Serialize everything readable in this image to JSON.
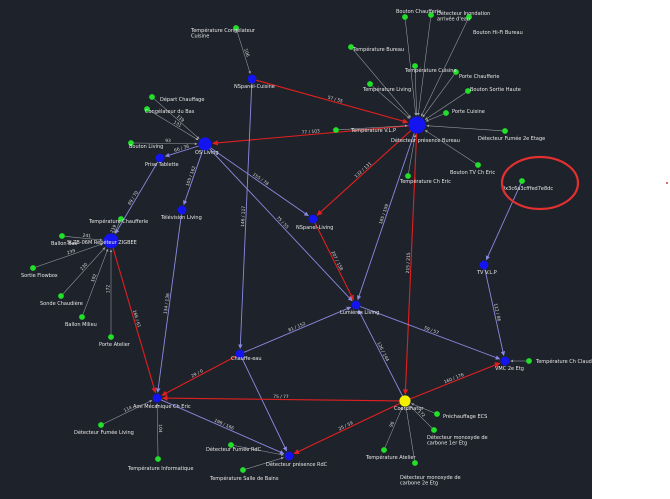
{
  "graph": {
    "colors": {
      "background": "#1e222a",
      "device": "#22e02a",
      "router": "#1414f0",
      "coordinator": "#f4f000",
      "link_parent": "#e02020",
      "link_neighbor": "#8a8ae0",
      "link_device": "#9aa0a8",
      "annotation": "#e03030"
    },
    "nodes": [
      {
        "id": "bouton-chaufferie",
        "label": "Bouton Chaufferie",
        "kind": "device"
      },
      {
        "id": "det-inondation",
        "label": "Détecteur Inondation arrivée d'eau",
        "kind": "device"
      },
      {
        "id": "bouton-hifi",
        "label": "Bouton Hi-Fi Bureau",
        "kind": "device"
      },
      {
        "id": "temp-congel-cuisine",
        "label": "Température Congélateur Cuisine",
        "kind": "device"
      },
      {
        "id": "temp-bureau",
        "label": "Température Bureau",
        "kind": "device"
      },
      {
        "id": "temp-cuisine",
        "label": "Température Cuisine",
        "kind": "device"
      },
      {
        "id": "porte-chaufferie",
        "label": "Porte Chaufferie",
        "kind": "device"
      },
      {
        "id": "temp-living",
        "label": "Température Living",
        "kind": "device"
      },
      {
        "id": "bouton-sortie-haute",
        "label": "Bouton Sortie Haute",
        "kind": "device"
      },
      {
        "id": "depart-chauffage",
        "label": "Départ Chauffage",
        "kind": "device"
      },
      {
        "id": "congel-bas",
        "label": "Congélateur du Bas",
        "kind": "device"
      },
      {
        "id": "porte-cuisine",
        "label": "Porte Cuisine",
        "kind": "device"
      },
      {
        "id": "temp-vlp",
        "label": "Température V.L.P",
        "kind": "device"
      },
      {
        "id": "det-fumee-2e",
        "label": "Détecteur Fumée 2e Etage",
        "kind": "device"
      },
      {
        "id": "bouton-living",
        "label": "Bouton Living",
        "kind": "device"
      },
      {
        "id": "det-presence-bureau",
        "label": "Détecteur présence Bureau",
        "kind": "router"
      },
      {
        "id": "bouton-tv-ch-eric",
        "label": "Bouton TV Ch Eric",
        "kind": "device"
      },
      {
        "id": "prise-tablette",
        "label": "Prise Tablette",
        "kind": "router"
      },
      {
        "id": "temp-ch-eric",
        "label": "Température Ch Eric",
        "kind": "device"
      },
      {
        "id": "unknown-hex",
        "label": "0x3c6a3cfffed7e8dc",
        "kind": "device"
      },
      {
        "id": "television-living",
        "label": "Télévision Living",
        "kind": "router"
      },
      {
        "id": "temp-chaufferie",
        "label": "Température Chaufferie",
        "kind": "device"
      },
      {
        "id": "nspanel-living",
        "label": "NSpanel-Living",
        "kind": "router"
      },
      {
        "id": "ballon-bas",
        "label": "Ballon Bas",
        "kind": "device"
      },
      {
        "id": "slzb-repeater",
        "label": "SLZB-06M Répéteur ZIGBEE",
        "kind": "router"
      },
      {
        "id": "sortie-flowbox",
        "label": "Sortie Flowbox",
        "kind": "device"
      },
      {
        "id": "tv-vlp",
        "label": "TV V.L.P",
        "kind": "router"
      },
      {
        "id": "sonde-chaudiere",
        "label": "Sonde Chaudière",
        "kind": "device"
      },
      {
        "id": "ballon-milieu",
        "label": "Ballon Milieu",
        "kind": "device"
      },
      {
        "id": "lumieres-living",
        "label": "Lumières Living",
        "kind": "router"
      },
      {
        "id": "porte-atelier",
        "label": "Porte Atelier",
        "kind": "device"
      },
      {
        "id": "chauffe-eau",
        "label": "Chauffe-eau",
        "kind": "router"
      },
      {
        "id": "vmc-2e",
        "label": "VMC 2e Etg",
        "kind": "router"
      },
      {
        "id": "temp-ch-claudie",
        "label": "Température Ch Claudie",
        "kind": "device"
      },
      {
        "id": "coordinator",
        "label": "Coordinator",
        "kind": "coordinator"
      },
      {
        "id": "prechauffage-ecs",
        "label": "Préchauffage ECS",
        "kind": "device"
      },
      {
        "id": "ami-ch-eric",
        "label": "Ami Mécanique Ch Eric",
        "kind": "router"
      },
      {
        "id": "det-fumee-living",
        "label": "Détecteur Fumée Living",
        "kind": "device"
      },
      {
        "id": "det-co-1er",
        "label": "Détecteur monoxyde de carbone 1er Etg",
        "kind": "device"
      },
      {
        "id": "det-fumee-rdc",
        "label": "Détecteur Fumée RdC",
        "kind": "device"
      },
      {
        "id": "temp-atelier",
        "label": "Température Atelier",
        "kind": "device"
      },
      {
        "id": "det-presence-rdc",
        "label": "Détecteur présence RdC",
        "kind": "router"
      },
      {
        "id": "temp-informatique",
        "label": "Température Informatique",
        "kind": "device"
      },
      {
        "id": "det-co-2e",
        "label": "Détecteur monoxyde de carbone 2e Etg",
        "kind": "device"
      },
      {
        "id": "temp-sdb",
        "label": "Température Salle de Bains",
        "kind": "device"
      },
      {
        "id": "nspanel-cuisine",
        "label": "NSpanel-Cuisine",
        "kind": "router"
      },
      {
        "id": "os-living",
        "label": "OS Living",
        "kind": "router"
      }
    ],
    "links": [
      {
        "from": "nspanel-cuisine",
        "to": "det-presence-bureau",
        "kind": "parent",
        "label": "57 / 55"
      },
      {
        "from": "det-presence-bureau",
        "to": "os-living",
        "kind": "parent",
        "label": "77 / 103"
      },
      {
        "from": "det-presence-bureau",
        "to": "nspanel-living",
        "kind": "parent",
        "label": "132 / 131"
      },
      {
        "from": "det-presence-bureau",
        "to": "lumieres-living",
        "kind": "neighbor",
        "label": "185 / 159"
      },
      {
        "from": "det-presence-bureau",
        "to": "coordinator",
        "kind": "parent",
        "label": "215 / 215"
      },
      {
        "from": "nspanel-living",
        "to": "lumieres-living",
        "kind": "parent",
        "label": "207 / 158"
      },
      {
        "from": "os-living",
        "to": "nspanel-living",
        "kind": "neighbor",
        "label": "155 / 78"
      },
      {
        "from": "os-living",
        "to": "lumieres-living",
        "kind": "neighbor",
        "label": "75 / 55"
      },
      {
        "from": "os-living",
        "to": "prise-tablette",
        "kind": "neighbor",
        "label": "66 / 36"
      },
      {
        "from": "os-living",
        "to": "television-living",
        "kind": "neighbor",
        "label": "105 / 162"
      },
      {
        "from": "prise-tablette",
        "to": "slzb-repeater",
        "kind": "neighbor",
        "label": "69 / 70"
      },
      {
        "from": "television-living",
        "to": "ami-ch-eric",
        "kind": "neighbor",
        "label": "134 / 136"
      },
      {
        "from": "nspanel-cuisine",
        "to": "chauffe-eau",
        "kind": "neighbor",
        "label": "146 / 117"
      },
      {
        "from": "chauffe-eau",
        "to": "lumieres-living",
        "kind": "neighbor",
        "label": "81 / 152"
      },
      {
        "from": "chauffe-eau",
        "to": "det-presence-rdc",
        "kind": "neighbor",
        "label": ""
      },
      {
        "from": "chauffe-eau",
        "to": "ami-ch-eric",
        "kind": "parent",
        "label": "29 / 0"
      },
      {
        "from": "slzb-repeater",
        "to": "ami-ch-eric",
        "kind": "parent",
        "label": "166 / 61"
      },
      {
        "from": "coordinator",
        "to": "ami-ch-eric",
        "kind": "parent",
        "label": "75 / 77"
      },
      {
        "from": "coordinator",
        "to": "det-presence-rdc",
        "kind": "parent",
        "label": "25 / 59"
      },
      {
        "from": "coordinator",
        "to": "lumieres-living",
        "kind": "neighbor",
        "label": "126 / 144"
      },
      {
        "from": "coordinator",
        "to": "vmc-2e",
        "kind": "parent",
        "label": "160 / 176"
      },
      {
        "from": "lumieres-living",
        "to": "vmc-2e",
        "kind": "neighbor",
        "label": "59 / 57"
      },
      {
        "from": "tv-vlp",
        "to": "vmc-2e",
        "kind": "neighbor",
        "label": "112 / 86"
      },
      {
        "from": "unknown-hex",
        "to": "tv-vlp",
        "kind": "neighbor",
        "label": ""
      },
      {
        "from": "ami-ch-eric",
        "to": "det-presence-rdc",
        "kind": "neighbor",
        "label": "198 / 166"
      },
      {
        "from": "temp-congel-cuisine",
        "to": "nspanel-cuisine",
        "kind": "device",
        "label": "106"
      },
      {
        "from": "bouton-chaufferie",
        "to": "det-presence-bureau",
        "kind": "device",
        "label": ""
      },
      {
        "from": "det-inondation",
        "to": "det-presence-bureau",
        "kind": "device",
        "label": ""
      },
      {
        "from": "bouton-hifi",
        "to": "det-presence-bureau",
        "kind": "device",
        "label": ""
      },
      {
        "from": "temp-bureau",
        "to": "det-presence-bureau",
        "kind": "device",
        "label": ""
      },
      {
        "from": "temp-cuisine",
        "to": "det-presence-bureau",
        "kind": "device",
        "label": ""
      },
      {
        "from": "porte-chaufferie",
        "to": "det-presence-bureau",
        "kind": "device",
        "label": ""
      },
      {
        "from": "temp-living",
        "to": "det-presence-bureau",
        "kind": "device",
        "label": ""
      },
      {
        "from": "bouton-sortie-haute",
        "to": "det-presence-bureau",
        "kind": "device",
        "label": ""
      },
      {
        "from": "porte-cuisine",
        "to": "det-presence-bureau",
        "kind": "device",
        "label": ""
      },
      {
        "from": "temp-vlp",
        "to": "det-presence-bureau",
        "kind": "device",
        "label": ""
      },
      {
        "from": "det-fumee-2e",
        "to": "det-presence-bureau",
        "kind": "device",
        "label": ""
      },
      {
        "from": "bouton-tv-ch-eric",
        "to": "det-presence-bureau",
        "kind": "device",
        "label": ""
      },
      {
        "from": "temp-ch-eric",
        "to": "det-presence-bureau",
        "kind": "device",
        "label": ""
      },
      {
        "from": "depart-chauffage",
        "to": "os-living",
        "kind": "device",
        "label": "119"
      },
      {
        "from": "congel-bas",
        "to": "os-living",
        "kind": "device",
        "label": "131"
      },
      {
        "from": "bouton-living",
        "to": "os-living",
        "kind": "device",
        "label": "93"
      },
      {
        "from": "temp-chaufferie",
        "to": "slzb-repeater",
        "kind": "device",
        "label": "219"
      },
      {
        "from": "ballon-bas",
        "to": "slzb-repeater",
        "kind": "device",
        "label": "241"
      },
      {
        "from": "sortie-flowbox",
        "to": "slzb-repeater",
        "kind": "device",
        "label": "239"
      },
      {
        "from": "sonde-chaudiere",
        "to": "slzb-repeater",
        "kind": "device",
        "label": "230"
      },
      {
        "from": "ballon-milieu",
        "to": "slzb-repeater",
        "kind": "device",
        "label": "192"
      },
      {
        "from": "porte-atelier",
        "to": "slzb-repeater",
        "kind": "device",
        "label": "172"
      },
      {
        "from": "temp-ch-claudie",
        "to": "vmc-2e",
        "kind": "device",
        "label": ""
      },
      {
        "from": "prechauffage-ecs",
        "to": "coordinator",
        "kind": "device",
        "label": ""
      },
      {
        "from": "det-co-1er",
        "to": "coordinator",
        "kind": "device",
        "label": "172"
      },
      {
        "from": "temp-atelier",
        "to": "coordinator",
        "kind": "device",
        "label": "96"
      },
      {
        "from": "det-co-2e",
        "to": "coordinator",
        "kind": "device",
        "label": ""
      },
      {
        "from": "det-fumee-living",
        "to": "ami-ch-eric",
        "kind": "device",
        "label": "114"
      },
      {
        "from": "temp-informatique",
        "to": "ami-ch-eric",
        "kind": "device",
        "label": "104"
      },
      {
        "from": "det-fumee-rdc",
        "to": "det-presence-rdc",
        "kind": "device",
        "label": ""
      },
      {
        "from": "temp-sdb",
        "to": "det-presence-rdc",
        "kind": "device",
        "label": ""
      }
    ]
  }
}
